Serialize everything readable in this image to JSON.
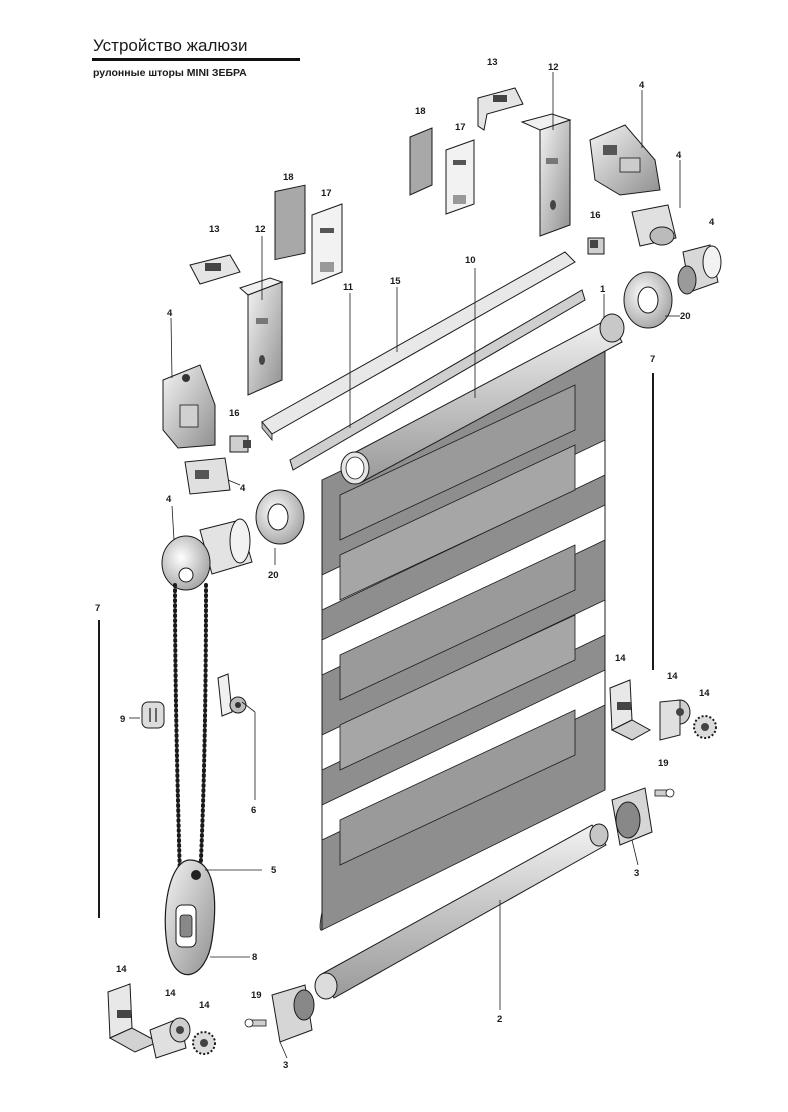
{
  "header": {
    "title": "Устройство жалюзи",
    "subtitle": "рулонные шторы MINI ЗЕБРА"
  },
  "colors": {
    "fabric": "#8e8e8e",
    "fabric_light": "#ffffff",
    "part_gray": "#b9b9b9",
    "line": "#1a1a1a"
  },
  "callouts": {
    "c1": "1",
    "c2": "2",
    "c3a": "3",
    "c3b": "3",
    "c4a": "4",
    "c4b": "4",
    "c4c": "4",
    "c4d": "4",
    "c4e": "4",
    "c4f": "4",
    "c5": "5",
    "c6": "6",
    "c7a": "7",
    "c7b": "7",
    "c8": "8",
    "c9": "9",
    "c10": "10",
    "c11": "11",
    "c12a": "12",
    "c12b": "12",
    "c13a": "13",
    "c13b": "13",
    "c14a": "14",
    "c14b": "14",
    "c14c": "14",
    "c14d": "14",
    "c14e": "14",
    "c14f": "14",
    "c15": "15",
    "c16a": "16",
    "c16b": "16",
    "c17a": "17",
    "c17b": "17",
    "c18a": "18",
    "c18b": "18",
    "c19a": "19",
    "c19b": "19",
    "c20a": "20",
    "c20b": "20"
  }
}
